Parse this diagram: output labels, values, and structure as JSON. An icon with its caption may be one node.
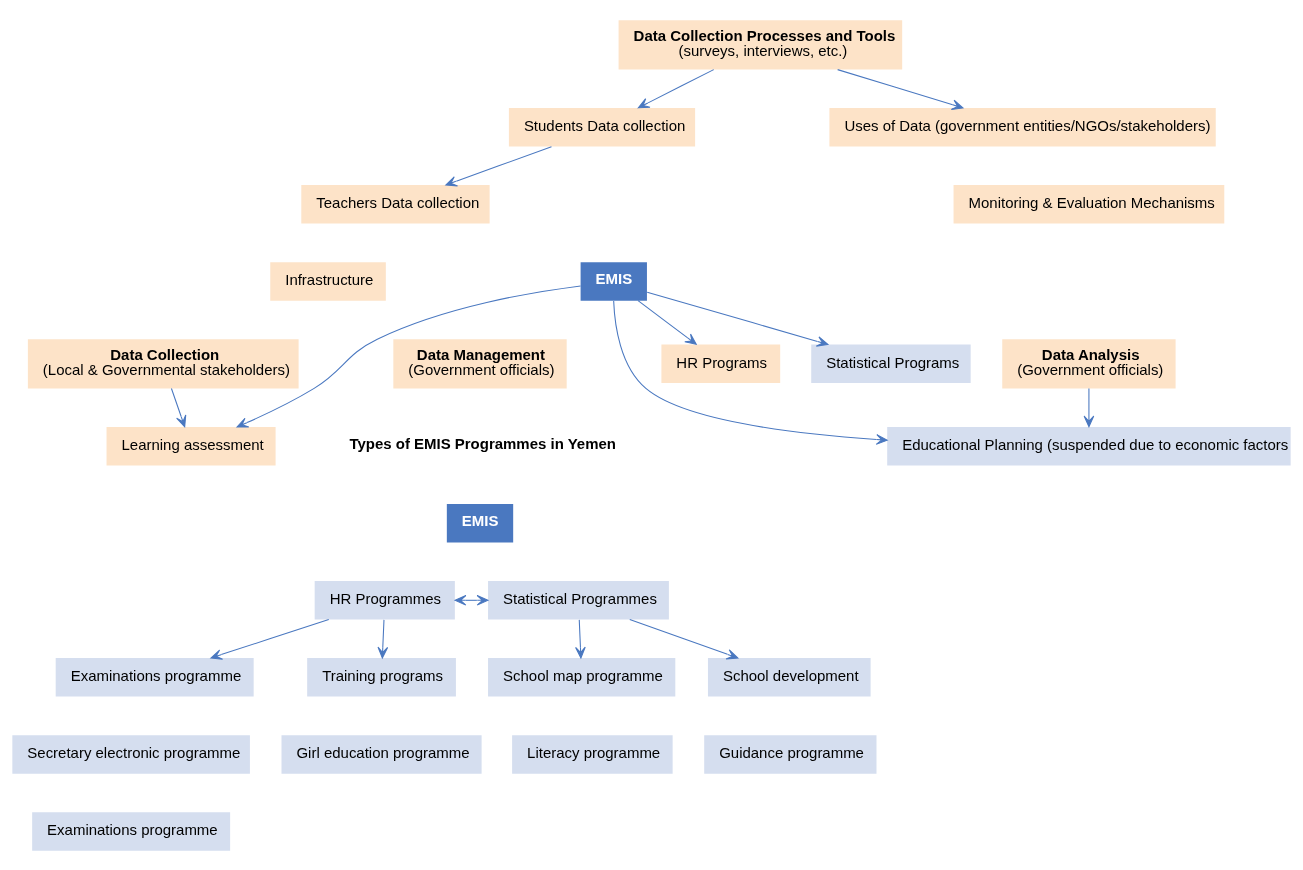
{
  "diagram": {
    "nodes": [
      {
        "text": [
          "Data Collection Processes and Tools",
          "(surveys, interviews, etc.)"
        ]
      },
      {
        "text": [
          "Students Data collection"
        ]
      },
      {
        "text": [
          "Teachers Data collection"
        ]
      },
      {
        "text": [
          "Infrastructure"
        ]
      },
      {
        "text": [
          "Learning assessment"
        ]
      },
      {
        "text": [
          "HR Programs"
        ]
      },
      {
        "text": [
          "Statistical Programs"
        ]
      },
      {
        "text": [
          "Uses of Data (government entities/NGOs/stakeholders)"
        ]
      },
      {
        "text": [
          "Monitoring & Evaluation Mechanisms"
        ]
      },
      {
        "text": [
          "EMIS"
        ]
      },
      {
        "text": [
          "Educational Planning (suspended due to economic factors"
        ]
      },
      {
        "text": [
          "Data Collection",
          "(Local & Governmental stakeholders)"
        ]
      },
      {
        "text": [
          "Data Management",
          "(Government officials)"
        ]
      },
      {
        "text": [
          "Data Analysis",
          "(Government officials)"
        ]
      },
      {
        "text": [
          "EMIS"
        ]
      },
      {
        "text": [
          "HR Programmes"
        ]
      },
      {
        "text": [
          "Statistical Programmes"
        ]
      },
      {
        "text": [
          "Examinations programme"
        ]
      },
      {
        "text": [
          "Training programs"
        ]
      },
      {
        "text": [
          "School map programme"
        ]
      },
      {
        "text": [
          "School development"
        ]
      },
      {
        "text": [
          "Secretary electronic programme"
        ]
      },
      {
        "text": [
          "Girl education programme"
        ]
      },
      {
        "text": [
          "Literacy programme"
        ]
      },
      {
        "text": [
          "Guidance programme"
        ]
      },
      {
        "text": [
          "Examinations programme"
        ]
      }
    ],
    "edges": [
      {
        "from": 0,
        "to": 1,
        "arrow": "to"
      },
      {
        "from": 0,
        "to": 7,
        "arrow": "to"
      },
      {
        "from": 1,
        "to": 2,
        "arrow": "to"
      },
      {
        "from": 9,
        "to": 5,
        "arrow": "to"
      },
      {
        "from": 9,
        "to": 6,
        "arrow": "to"
      },
      {
        "from": 9,
        "to": 4,
        "arrow": "to"
      },
      {
        "from": 9,
        "to": 10,
        "arrow": "to"
      },
      {
        "from": 11,
        "to": 4,
        "arrow": "to"
      },
      {
        "from": 13,
        "to": 10,
        "arrow": "to"
      },
      {
        "from": 15,
        "to": 16,
        "arrow": "both"
      },
      {
        "from": 15,
        "to": 17,
        "arrow": "to"
      },
      {
        "from": 15,
        "to": 18,
        "arrow": "to"
      },
      {
        "from": 16,
        "to": 19,
        "arrow": "to"
      },
      {
        "from": 16,
        "to": 20,
        "arrow": "to"
      }
    ],
    "labels": [
      "Types of EMIS Programmes in Yemen"
    ]
  }
}
